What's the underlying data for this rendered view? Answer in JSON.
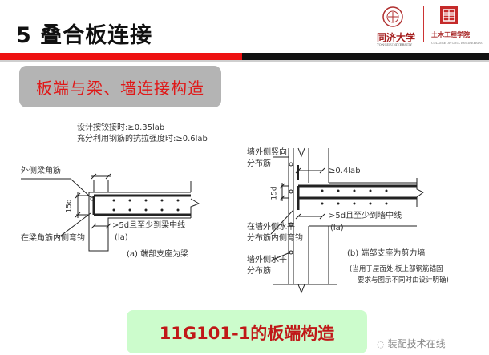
{
  "slide": {
    "title": "5 叠合板连接",
    "subtitle": "板端与梁、墙连接构造",
    "bottom_caption": "11G101-1的板端构造",
    "accent_colors": {
      "red": "#ee1111",
      "black": "#111111",
      "subtitle_bg": "#b4b4b4",
      "caption_bg": "#ccfccc"
    }
  },
  "logos": {
    "tongji": {
      "name_cn": "同济大学",
      "name_en": "TONGJI UNIVERSITY"
    },
    "college": {
      "name_cn": "土木工程学院",
      "name_en": "COLLEGE OF CIVIL ENGINEERING"
    }
  },
  "diagram_a": {
    "note_hinge": "设计按铰接时:≥0.35lab",
    "note_full": "充分利用钢筋的抗拉强度时:≥0.6lab",
    "label_outer_corner": "外侧梁角筋",
    "label_15d": "15d",
    "label_anchor": ">5d且至少到梁中线",
    "label_la": "(la)",
    "label_hook": "在梁角筋内侧弯钩",
    "caption": "(a) 端部支座为梁"
  },
  "diagram_b": {
    "label_vertical": "墙外侧竖向",
    "label_vertical2": "分布筋",
    "note_04": "≥0.4lab",
    "label_15d": "15d",
    "label_anchor": ">5d且至少到墙中线",
    "label_la": "(la)",
    "label_hook1": "在墙外侧水平",
    "label_hook2": "分布筋内侧弯钩",
    "label_horiz1": "墙外侧水平",
    "label_horiz2": "分布筋",
    "caption": "(b) 端部支座为剪力墙",
    "note1": "(当用于屋面处,板上部钢筋锚固",
    "note2": "要求与图示不同时由设计明确)"
  },
  "watermark": {
    "icon": "wechat-icon",
    "text": "装配技术在线"
  }
}
